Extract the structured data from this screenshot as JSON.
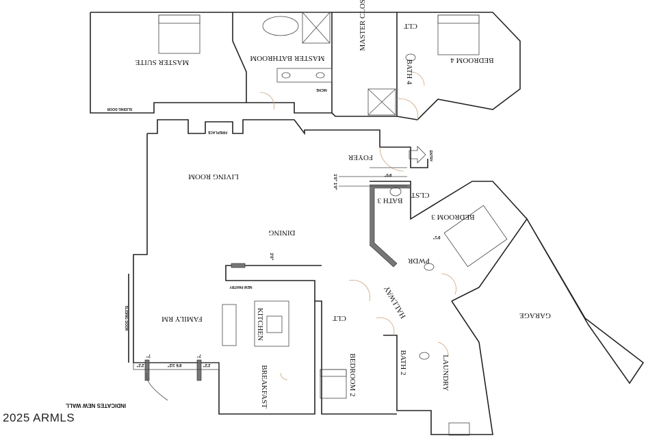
{
  "rooms": {
    "master_suite": "MASTER SUITE",
    "master_bathroom": "MASTER BATHROOM",
    "master_closet": "MASTER CLOSET",
    "clt_master": "CLT",
    "bath4": "BATH 4",
    "bedroom4": "BEDROOM 4",
    "foyer": "FOYER",
    "living_room": "LIVING ROOM",
    "dining": "DINING",
    "bath3": "BATH 3",
    "clst": "CLST",
    "bedroom3": "BEDROOM 3",
    "pwdr": "PWDR",
    "hallway": "HALLWAY",
    "garage": "GARAGE",
    "kitchen": "KITCHEN",
    "family_rm": "FAMILY RM",
    "breakfast": "BREAKFAST",
    "clt_bed2": "CLT",
    "bedroom2": "BEDROOM 2",
    "bath2": "BATH 2",
    "laundry": "LAUNDRY"
  },
  "notes": {
    "entry": "ENTRY",
    "fireplace": "FIREPLACE",
    "sliding_door_master": "SLIDING DOOR",
    "sliding_door_family": "SLIDING DOOR",
    "niche": "NICHE",
    "new_pantry": "NEW PANTRY",
    "indicates_new_wall": "INDICATES NEW WALL"
  },
  "dimensions": {
    "foyer_width": "9'0\"",
    "foyer_depth": "1'0\" 1'0\"",
    "bedroom3_wall": "9'1\"",
    "dining_wall": "3'0\"",
    "left_offset": "2'2\"",
    "right_offset": "2'2\"",
    "left_wall": "7\"",
    "right_wall": "7\"",
    "span": "8'6 1/2\""
  },
  "copyright": "2025 ARMLS",
  "colors": {
    "wall": "#222222",
    "new_wall": "#777777",
    "door_swing": "#c9a27a"
  }
}
